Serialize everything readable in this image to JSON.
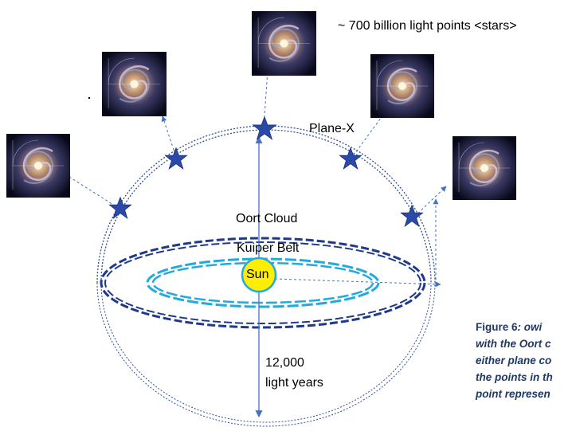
{
  "labels": {
    "stars_count": "~ 700 billion light points <stars>",
    "plane_x": "Plane-X",
    "oort_cloud": "Oort Cloud",
    "kuiper_belt": "Kuiper Belt",
    "sun": "Sun",
    "distance_value": "12,000",
    "distance_unit": "light years"
  },
  "caption": {
    "lead": "Figure 6",
    "line1": ": owi",
    "line2": "with the Oort c",
    "line3": "either plane co",
    "line4": "the points in th",
    "line5": "point represen"
  },
  "colors": {
    "dome": "#2f4f9a",
    "oort": "#1f3a8a",
    "kuiper": "#22aadd",
    "arrow": "#4472c4",
    "star": "#2b4aa8",
    "sun_fill": "#ffee00",
    "sun_ring": "#22aadd"
  },
  "icons": [
    "star-icon",
    "galaxy-image",
    "arrow-icon"
  ]
}
